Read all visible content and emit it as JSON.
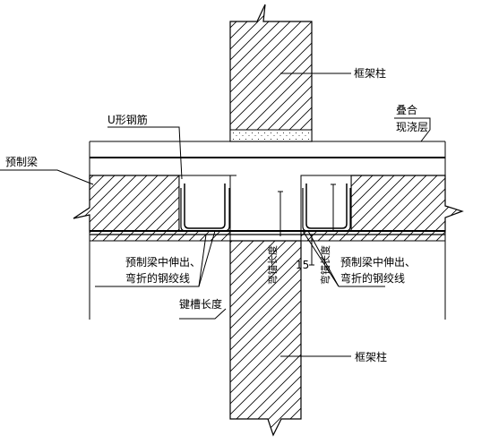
{
  "labels": {
    "column_top": "框架柱",
    "column_bottom": "框架柱",
    "topping_layer_line1": "叠合",
    "topping_layer_line2": "现浇层",
    "u_rebar": "U形钢筋",
    "precast_beam": "预制梁",
    "strand_left_line1": "预制梁中伸出、",
    "strand_left_line2": "弯折的钢绞线",
    "strand_right_line1": "预制梁中伸出、",
    "strand_right_line2": "弯折的钢绞线",
    "bend_anchor_left": "弯锚长度",
    "bend_anchor_right": "弯锚长度",
    "dimension_15": "15",
    "keyway_length": "键槽长度"
  }
}
